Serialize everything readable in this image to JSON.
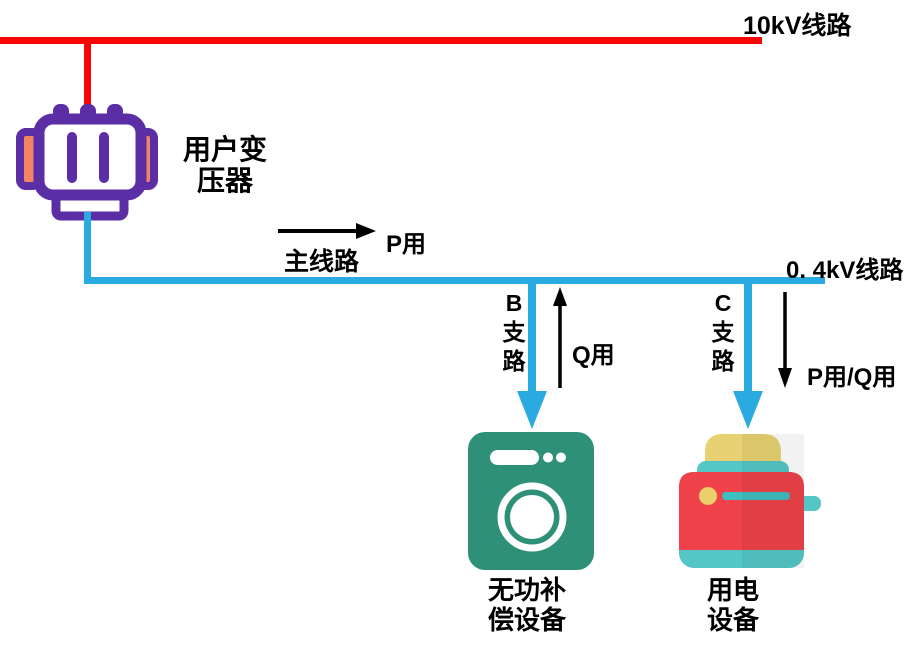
{
  "labels": {
    "line_10kv": "10kV线路",
    "line_04kv": "0. 4kV线路",
    "transformer_l1": "用户变",
    "transformer_l2": "压器",
    "main_line": "主线路",
    "p_use": "P用",
    "q_use": "Q用",
    "pq_use": "P用/Q用",
    "branch_b": [
      "B",
      "支",
      "路"
    ],
    "branch_c": [
      "C",
      "支",
      "路"
    ],
    "compensator_l1": "无功补",
    "compensator_l2": "偿设备",
    "load_l1": "用电",
    "load_l2": "设备"
  },
  "colors": {
    "red_line": "#FA0505",
    "blue_line": "#29ABE2",
    "purple": "#5B2EA6",
    "salmon": "#F58366",
    "white": "#FFFFFF",
    "washer_green": "#2E9077",
    "toaster_red": "#EF424A",
    "toaster_teal": "#55C6C6",
    "slider_teal": "#3EBEC1",
    "bread_yellow": "#E8D172",
    "knob_yellow": "#EBCF6B",
    "arrow_black": "#000000"
  }
}
